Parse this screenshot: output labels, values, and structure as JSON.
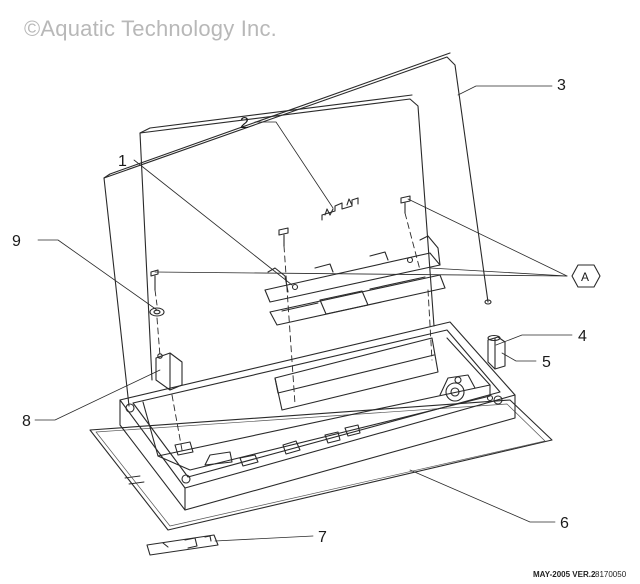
{
  "copyright": "©Aquatic Technology Inc.",
  "callouts": {
    "c1": "1",
    "c2": "2",
    "c3": "3",
    "c4": "4",
    "c5": "5",
    "c6": "6",
    "c7": "7",
    "c8": "8",
    "c9": "9",
    "cA": "A"
  },
  "footer": {
    "revision": "MAY-2005 VER.2",
    "drawing_number": "8170050"
  }
}
